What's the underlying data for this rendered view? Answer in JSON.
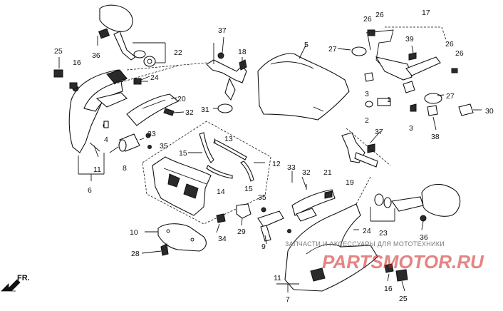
{
  "callouts": {
    "c1": "1",
    "c2": "2",
    "c3a": "3",
    "c3b": "3",
    "c4": "4",
    "c5": "5",
    "c6": "6",
    "c7": "7",
    "c8": "8",
    "c9": "9",
    "c10": "10",
    "c11a": "11",
    "c11b": "11",
    "c12": "12",
    "c13": "13",
    "c14": "14",
    "c15a": "15",
    "c15b": "15",
    "c16a": "16",
    "c16b": "16",
    "c17": "17",
    "c18": "18",
    "c19": "19",
    "c20": "20",
    "c21": "21",
    "c22": "22",
    "c23": "23",
    "c24a": "24",
    "c24b": "24",
    "c25a": "25",
    "c25b": "25",
    "c26a": "26",
    "c26b": "26",
    "c26c": "26",
    "c26d": "26",
    "c27a": "27",
    "c27b": "27",
    "c28": "28",
    "c29": "29",
    "c30": "30",
    "c31": "31",
    "c32a": "32",
    "c32b": "32",
    "c33a": "33",
    "c33b": "33",
    "c34": "34",
    "c35a": "35",
    "c35b": "35",
    "c36a": "36",
    "c36b": "36",
    "c37a": "37",
    "c37b": "37",
    "c38": "38",
    "c39": "39"
  },
  "direction_label": "FR.",
  "watermark": {
    "caption": "ЗАПЧАСТИ И АКСЕССУАРЫ ДЛЯ МОТОТЕХНИКИ",
    "brand": "PARTSMOTOR.RU"
  },
  "colors": {
    "ink": "#111111",
    "watermark_red": "#d21d1d",
    "background": "#ffffff"
  }
}
